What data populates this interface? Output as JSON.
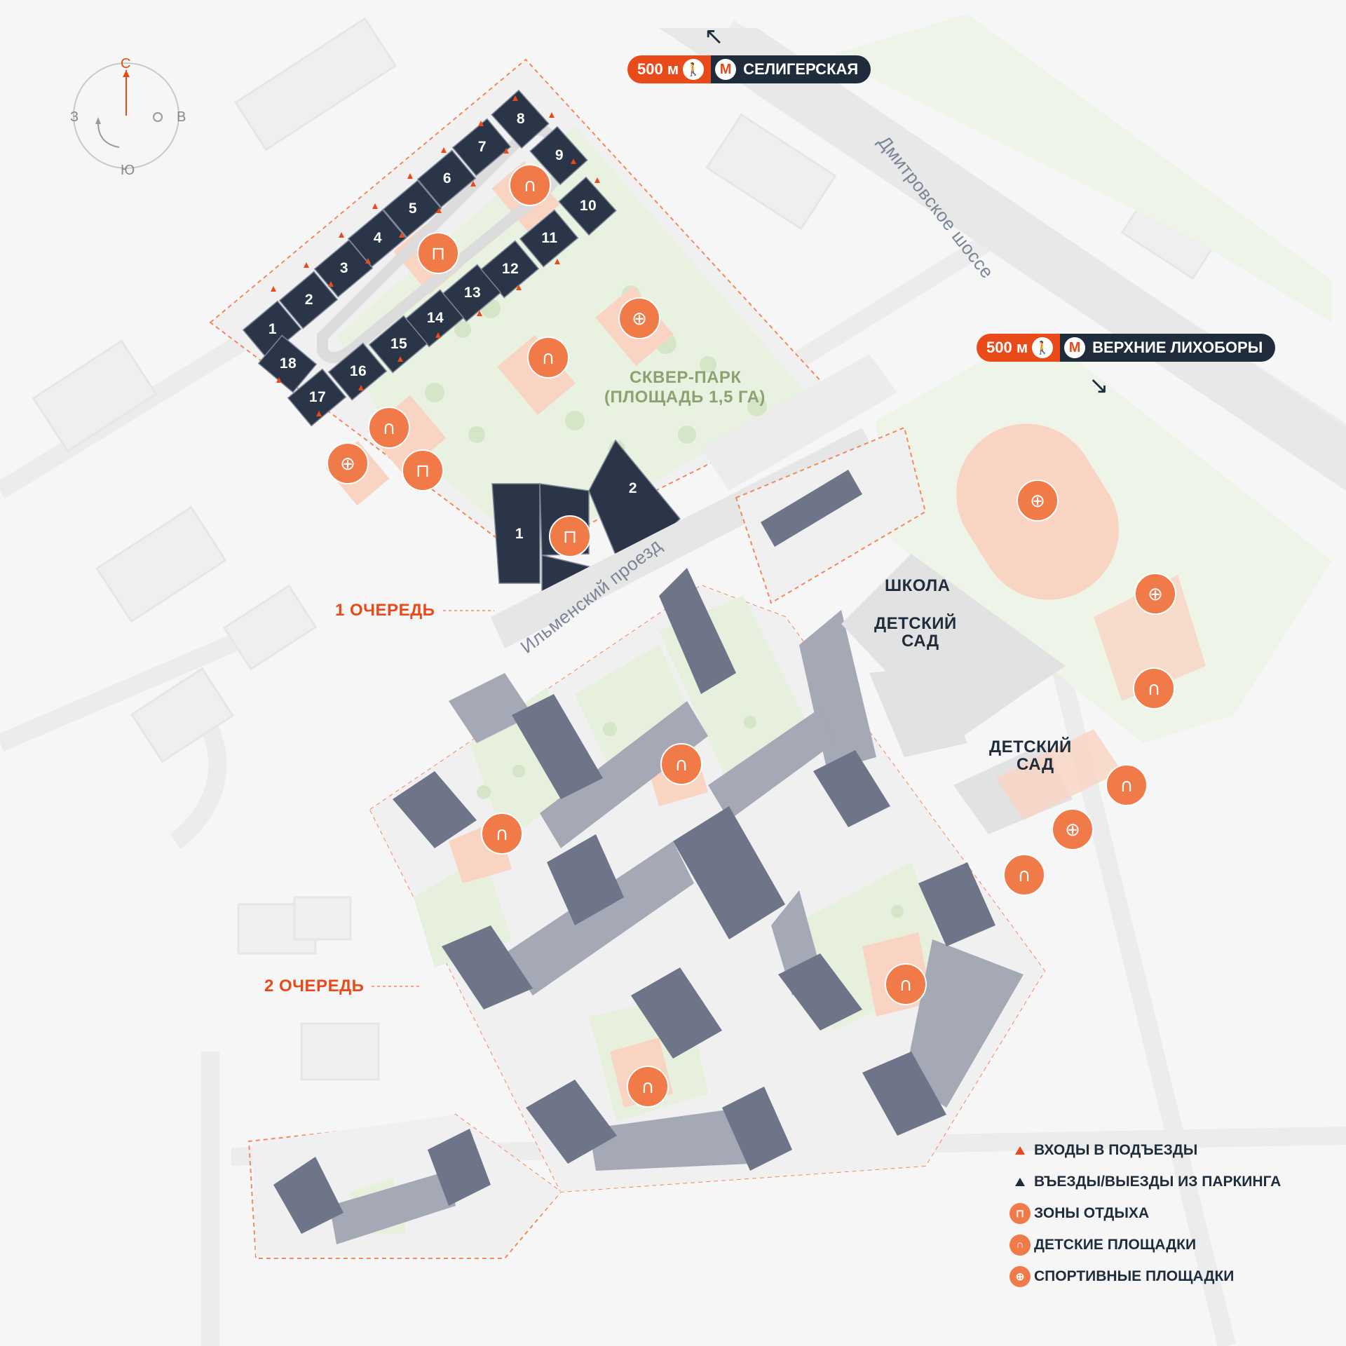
{
  "metro": [
    {
      "distance": "500 м",
      "station": "СЕЛИГЕРСКАЯ",
      "arrow": "↖"
    },
    {
      "distance": "500 м",
      "station": "ВЕРХНИЕ ЛИХОБОРЫ",
      "arrow": "↘"
    }
  ],
  "compass": {
    "north": "С",
    "south": "Ю",
    "west": "З",
    "east": "В"
  },
  "roads": {
    "highway": "Дмитровское шоссе",
    "street": "Ильменский проезд"
  },
  "park": {
    "line1": "СКВЕР-ПАРК",
    "line2": "(ПЛОЩАДЬ 1,5 ГА)"
  },
  "phases": {
    "phase1": "1 ОЧЕРЕДЬ",
    "phase2": "2 ОЧЕРЕДЬ"
  },
  "facilities": {
    "school": "ШКОЛА",
    "kindergarten1_l1": "ДЕТСКИЙ",
    "kindergarten1_l2": "САД",
    "kindergarten2_l1": "ДЕТСКИЙ",
    "kindergarten2_l2": "САД"
  },
  "sections": [
    "1",
    "2",
    "3",
    "4",
    "5",
    "6",
    "7",
    "8",
    "9",
    "10",
    "11",
    "12",
    "13",
    "14",
    "15",
    "16",
    "17",
    "18"
  ],
  "block2_sections": [
    "1",
    "2"
  ],
  "legend": [
    {
      "label": "ВХОДЫ В ПОДЪЕЗДЫ",
      "icon": "entrance-triangle-orange"
    },
    {
      "label": "ВЪЕЗДЫ/ВЫЕЗДЫ ИЗ ПАРКИНГА",
      "icon": "parking-triangle-navy"
    },
    {
      "label": "ЗОНЫ ОТДЫХА",
      "icon": "bench-icon"
    },
    {
      "label": "ДЕТСКИЕ ПЛОЩАДКИ",
      "icon": "swing-icon"
    },
    {
      "label": "СПОРТИВНЫЕ ПЛОЩАДКИ",
      "icon": "ball-icon"
    }
  ],
  "colors": {
    "accent": "#e84a1a",
    "navy": "#2a3548",
    "slate": "#6f7589",
    "icon": "#f07a48",
    "green": "#e6f0dd",
    "salmon": "#f9d4c2"
  }
}
